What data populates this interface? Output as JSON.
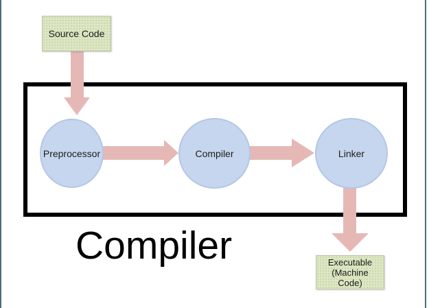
{
  "diagram": {
    "group": {
      "label": "Compiler"
    },
    "nodes": {
      "source": {
        "label": "Source Code"
      },
      "preprocessor": {
        "label": "Preprocessor"
      },
      "compiler": {
        "label": "Compiler"
      },
      "linker": {
        "label": "Linker"
      },
      "executable": {
        "label": "Executable\n(Machine\nCode)"
      }
    },
    "edges": [
      {
        "from": "source",
        "to": "preprocessor",
        "direction": "down"
      },
      {
        "from": "preprocessor",
        "to": "compiler",
        "direction": "right"
      },
      {
        "from": "compiler",
        "to": "linker",
        "direction": "right"
      },
      {
        "from": "linker",
        "to": "executable",
        "direction": "down"
      }
    ],
    "colors": {
      "box_fill": "#dde7c5",
      "box_dot": "#c3d2a0",
      "box_border": "#b9c3a6",
      "circle_fill": "#c6d6ee",
      "circle_border": "#b3c6e6",
      "arrow": "#e5b8b6",
      "group_border": "#000000",
      "frame_border": "#4d6b7a",
      "text": "#1b1b1b"
    }
  }
}
